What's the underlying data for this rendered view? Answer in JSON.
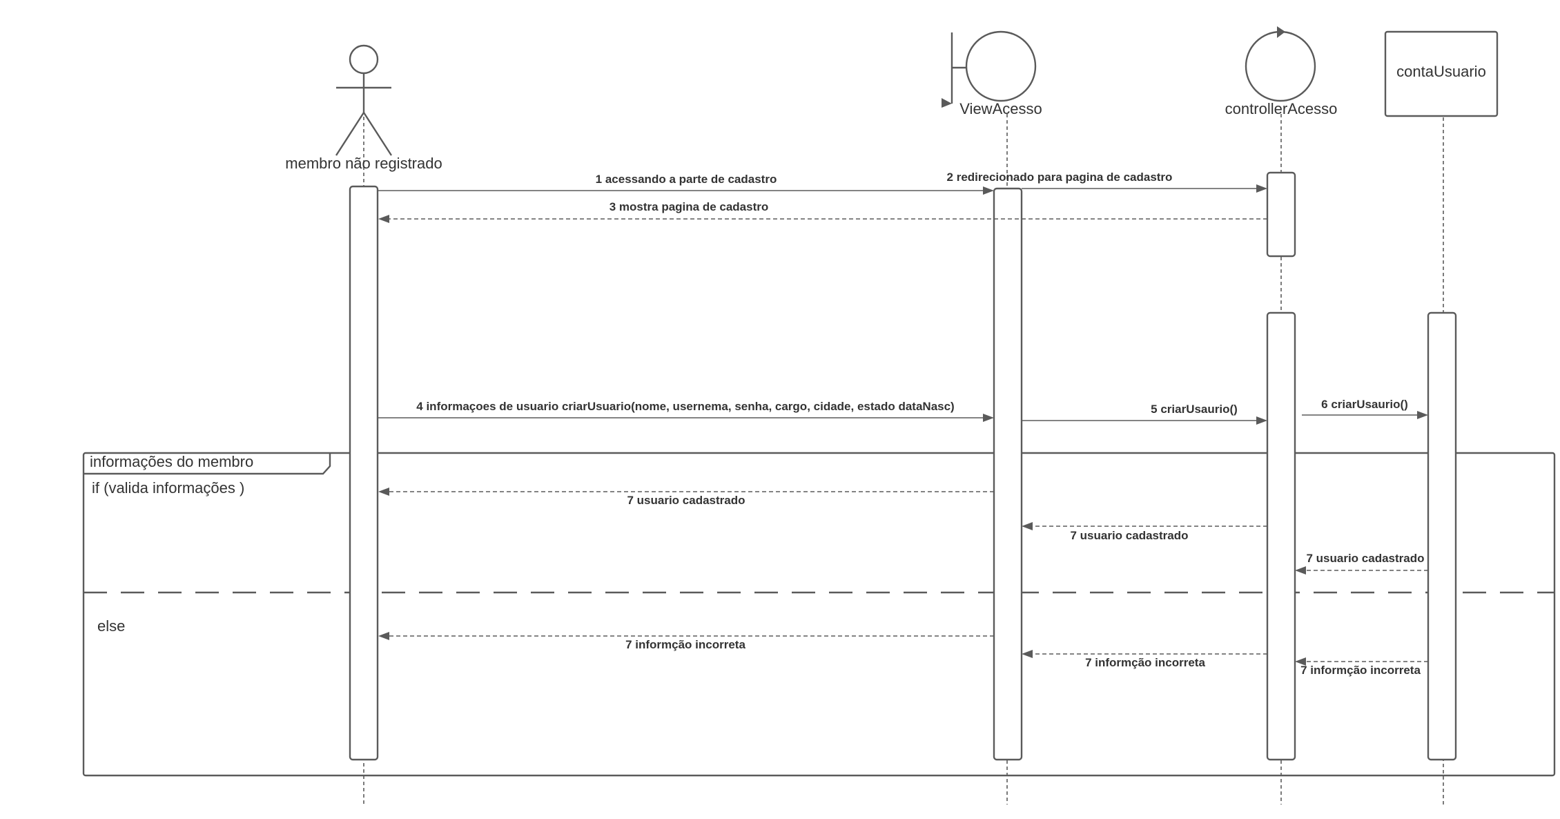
{
  "participants": {
    "actor": "membro não registrado",
    "boundary": "ViewAcesso",
    "control": "controllerAcesso",
    "entity": "contaUsuario"
  },
  "messages": {
    "m1": "1 acessando a parte de cadastro",
    "m2": "2 redirecionado para pagina de cadastro",
    "m3": "3 mostra pagina de cadastro",
    "m4": "4 informaçoes de usuario criarUsuario(nome, usernema, senha, cargo, cidade, estado dataNasc)",
    "m5": "5 criarUsaurio()",
    "m6": "6 criarUsaurio()",
    "m7a": "7 usuario cadastrado",
    "m7b": "7 usuario cadastrado",
    "m7c": "7 usuario cadastrado",
    "m7d": "7 informção incorreta",
    "m7e": "7 informção incorreta",
    "m7f": "7 informção incorreta"
  },
  "fragment": {
    "name": "informações do membro",
    "guard_if": "if  (valida informações )",
    "guard_else": "else"
  },
  "colors": {
    "stroke": "#5a5a5a",
    "text": "#333333",
    "background": "#ffffff"
  }
}
